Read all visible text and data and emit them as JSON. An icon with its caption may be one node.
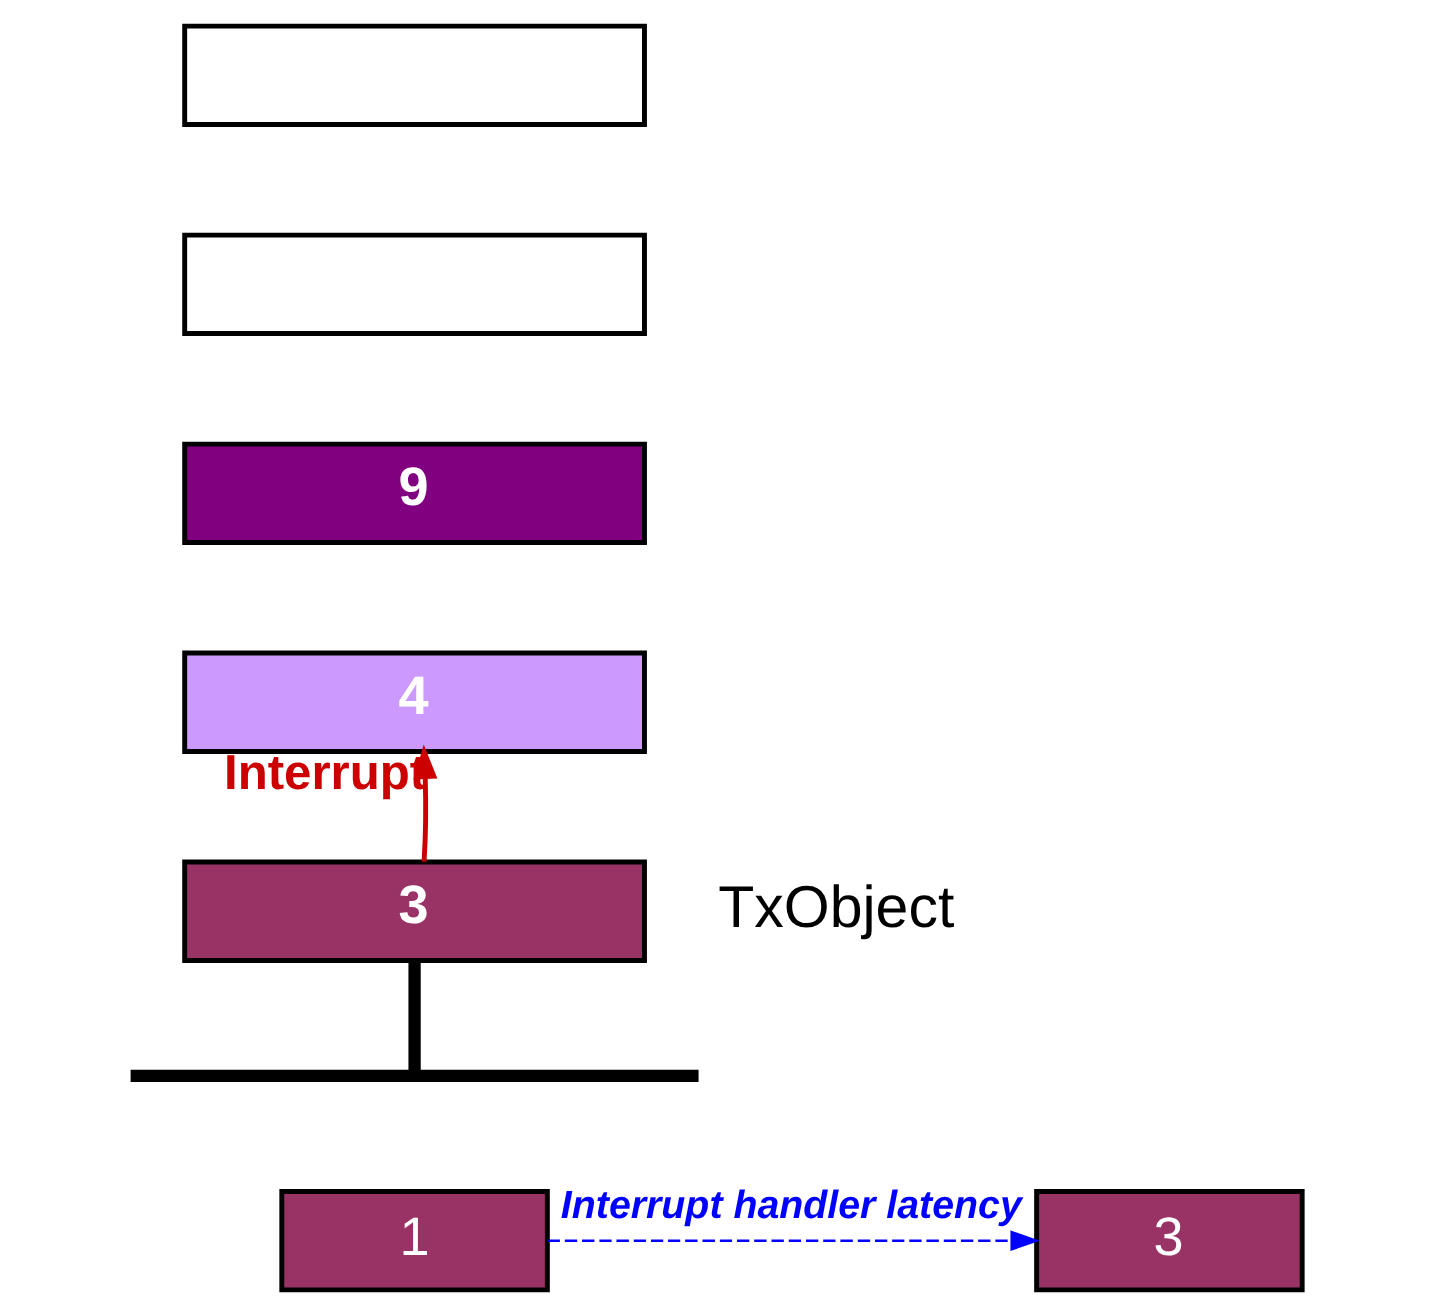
{
  "diagram": {
    "nodes": [
      {
        "text": [],
        "shape": "box"
      },
      {
        "text": [],
        "shape": "box"
      },
      {
        "text": [
          "9"
        ]
      },
      {
        "text": [
          "4"
        ]
      },
      {
        "text": [
          "3"
        ],
        "beside": [
          "TxObject"
        ]
      },
      {
        "text": [],
        "shape": "bar"
      },
      {
        "text": [
          "1"
        ]
      },
      {
        "text": [
          "3"
        ]
      }
    ],
    "edges": [
      {
        "from": 4,
        "to": 3,
        "arrow": "to",
        "label": "Interrupt",
        "color": "#cc0000"
      },
      {
        "from": 4,
        "to": 5,
        "arrow": "none",
        "style": "thick",
        "color": "#000000"
      },
      {
        "from": 6,
        "to": 7,
        "arrow": "to",
        "label": "Interrupt handler latency",
        "style": "dashed",
        "color": "#0000ff"
      }
    ]
  }
}
